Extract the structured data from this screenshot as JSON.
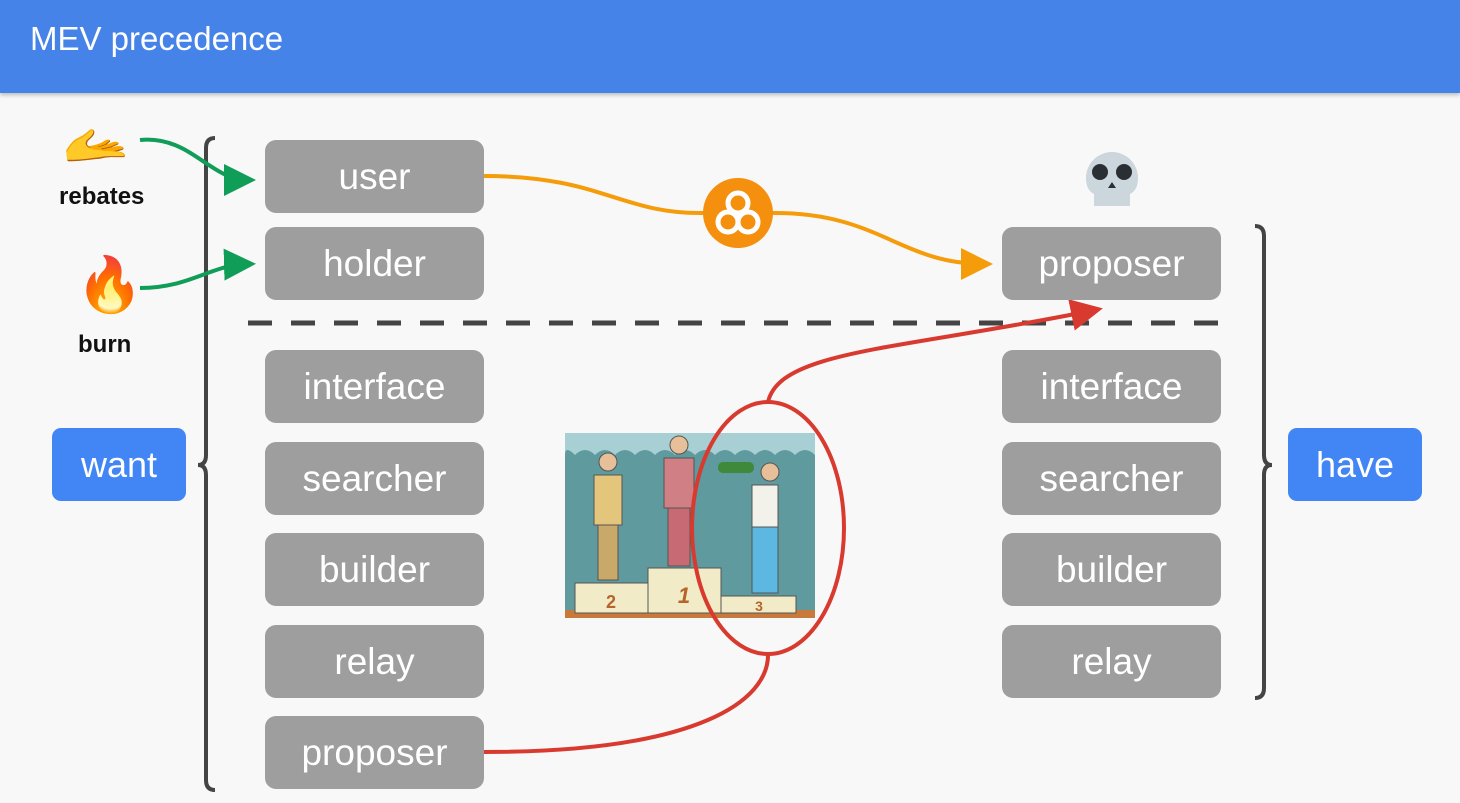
{
  "header": {
    "title": "MEV precedence"
  },
  "left_inputs": [
    {
      "icon": "hand-icon",
      "label": "rebates"
    },
    {
      "icon": "fire-icon",
      "label": "burn"
    }
  ],
  "want": {
    "label": "want",
    "boxes": [
      "user",
      "holder",
      "interface",
      "searcher",
      "builder",
      "relay",
      "proposer"
    ]
  },
  "have": {
    "label": "have",
    "boxes": [
      "proposer",
      "interface",
      "searcher",
      "builder",
      "relay"
    ]
  },
  "podium": {
    "places": [
      "2",
      "1",
      "3"
    ]
  },
  "colors": {
    "header": "#4683e8",
    "pill": "#4285f4",
    "box": "#9e9e9e",
    "green": "#0f9d58",
    "orange": "#f59c0b",
    "red": "#d93a30"
  }
}
